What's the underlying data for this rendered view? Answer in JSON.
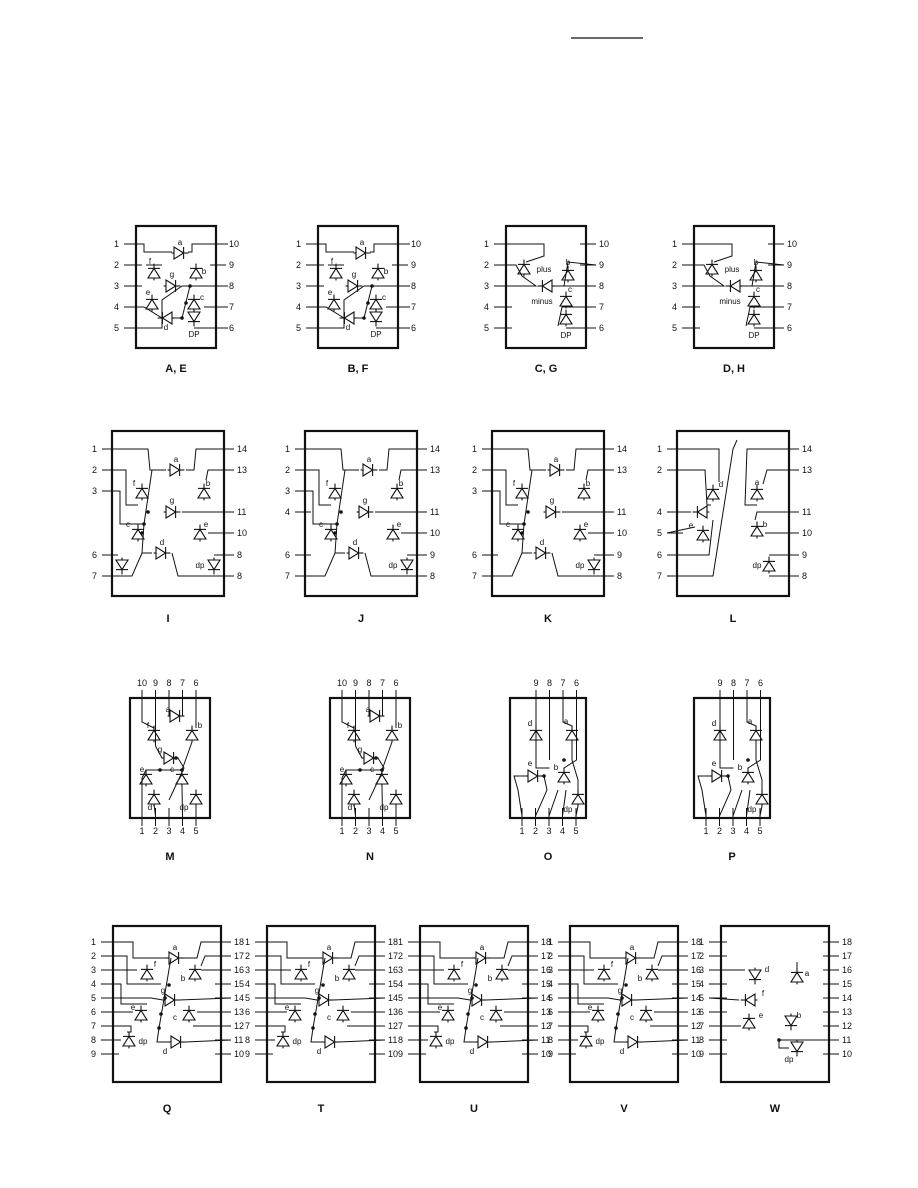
{
  "row1": [
    {
      "caption": "A, E",
      "pins_left": [
        "1",
        "2",
        "3",
        "4",
        "5"
      ],
      "pins_right": [
        "10",
        "9",
        "8",
        "7",
        "6"
      ],
      "segments": [
        "a",
        "f",
        "g",
        "b",
        "e",
        "c",
        "d",
        "DP"
      ],
      "labels": []
    },
    {
      "caption": "B, F",
      "pins_left": [
        "1",
        "2",
        "3",
        "4",
        "5"
      ],
      "pins_right": [
        "10",
        "9",
        "8",
        "7",
        "6"
      ],
      "segments": [
        "a",
        "f",
        "g",
        "b",
        "e",
        "c",
        "d",
        "DP"
      ],
      "labels": []
    },
    {
      "caption": "C, G",
      "pins_left": [
        "1",
        "2",
        "3",
        "4",
        "5"
      ],
      "pins_right": [
        "10",
        "9",
        "8",
        "7",
        "6"
      ],
      "segments": [
        "b",
        "c",
        "DP"
      ],
      "labels": [
        "plus",
        "minus"
      ]
    },
    {
      "caption": "D, H",
      "pins_left": [
        "1",
        "2",
        "3",
        "4",
        "5"
      ],
      "pins_right": [
        "10",
        "9",
        "8",
        "7",
        "6"
      ],
      "segments": [
        "b",
        "c",
        "DP"
      ],
      "labels": [
        "plus",
        "minus"
      ]
    }
  ],
  "row2": [
    {
      "caption": "I",
      "pins_left": [
        "1",
        "2",
        "3",
        "",
        "",
        "6",
        "7"
      ],
      "pins_right": [
        "14",
        "13",
        "",
        "11",
        "10",
        "8",
        "8"
      ],
      "segments": [
        "a",
        "f",
        "b",
        "g",
        "c",
        "e",
        "d",
        "dp"
      ]
    },
    {
      "caption": "J",
      "pins_left": [
        "1",
        "2",
        "3",
        "4",
        "",
        "6",
        "7"
      ],
      "pins_right": [
        "14",
        "13",
        "",
        "11",
        "10",
        "9",
        "8"
      ],
      "segments": [
        "a",
        "f",
        "b",
        "g",
        "c",
        "e",
        "d",
        "dp"
      ]
    },
    {
      "caption": "K",
      "pins_left": [
        "1",
        "2",
        "3",
        "",
        "",
        "6",
        "7"
      ],
      "pins_right": [
        "14",
        "13",
        "",
        "11",
        "10",
        "9",
        "8"
      ],
      "segments": [
        "a",
        "f",
        "b",
        "g",
        "c",
        "e",
        "d",
        "dp"
      ]
    },
    {
      "caption": "L",
      "pins_left": [
        "1",
        "2",
        "",
        "4",
        "5",
        "6",
        "7"
      ],
      "pins_right": [
        "14",
        "13",
        "",
        "11",
        "10",
        "9",
        "8"
      ],
      "segments": [
        "d",
        "a",
        "b",
        "e",
        "dp"
      ]
    }
  ],
  "row3": [
    {
      "caption": "M",
      "pins_top": [
        "10",
        "9",
        "8",
        "7",
        "6"
      ],
      "pins_bottom": [
        "1",
        "2",
        "3",
        "4",
        "5"
      ],
      "segments": [
        "a",
        "f",
        "b",
        "g",
        "e",
        "c",
        "d",
        "dp"
      ]
    },
    {
      "caption": "N",
      "pins_top": [
        "10",
        "9",
        "8",
        "7",
        "6"
      ],
      "pins_bottom": [
        "1",
        "2",
        "3",
        "4",
        "5"
      ],
      "segments": [
        "a",
        "f",
        "b",
        "g",
        "e",
        "c",
        "d",
        "dp"
      ]
    },
    {
      "caption": "O",
      "pins_top": [
        "9",
        "8",
        "7",
        "6"
      ],
      "pins_bottom": [
        "1",
        "2",
        "3",
        "4",
        "5"
      ],
      "segments": [
        "d",
        "a",
        "e",
        "b",
        "dp"
      ]
    },
    {
      "caption": "P",
      "pins_top": [
        "9",
        "8",
        "7",
        "6"
      ],
      "pins_bottom": [
        "1",
        "2",
        "3",
        "4",
        "5"
      ],
      "segments": [
        "d",
        "a",
        "e",
        "b",
        "dp"
      ]
    }
  ],
  "row4": [
    {
      "caption": "Q",
      "pins_left": [
        "1",
        "2",
        "3",
        "4",
        "5",
        "6",
        "7",
        "8",
        "9"
      ],
      "pins_right": [
        "18",
        "17",
        "16",
        "15",
        "14",
        "13",
        "12",
        "11",
        "10"
      ],
      "segments": [
        "a",
        "f",
        "b",
        "g",
        "e",
        "c",
        "dp",
        "d"
      ]
    },
    {
      "caption": "T",
      "pins_left": [
        "1",
        "2",
        "3",
        "4",
        "5",
        "6",
        "7",
        "8",
        "9"
      ],
      "pins_right": [
        "18",
        "17",
        "16",
        "15",
        "14",
        "13",
        "12",
        "11",
        "10"
      ],
      "segments": [
        "a",
        "f",
        "b",
        "g",
        "e",
        "c",
        "dp",
        "d"
      ]
    },
    {
      "caption": "U",
      "pins_left": [
        "1",
        "2",
        "3",
        "4",
        "5",
        "6",
        "7",
        "8",
        "9"
      ],
      "pins_right": [
        "18",
        "17",
        "16",
        "15",
        "14",
        "13",
        "12",
        "11",
        "10"
      ],
      "segments": [
        "a",
        "f",
        "b",
        "g",
        "e",
        "c",
        "dp",
        "d"
      ]
    },
    {
      "caption": "V",
      "pins_left": [
        "1",
        "2",
        "3",
        "4",
        "5",
        "6",
        "7",
        "8",
        "9"
      ],
      "pins_right": [
        "18",
        "17",
        "16",
        "15",
        "14",
        "13",
        "12",
        "11",
        "10"
      ],
      "segments": [
        "a",
        "f",
        "b",
        "g",
        "e",
        "c",
        "dp",
        "d"
      ]
    },
    {
      "caption": "W",
      "pins_left": [
        "1",
        "2",
        "3",
        "4",
        "5",
        "6",
        "7",
        "8",
        "9"
      ],
      "pins_right": [
        "18",
        "17",
        "16",
        "15",
        "14",
        "13",
        "12",
        "11",
        "10"
      ],
      "segments": [
        "d",
        "a",
        "f",
        "e",
        "b",
        "dp"
      ]
    }
  ]
}
